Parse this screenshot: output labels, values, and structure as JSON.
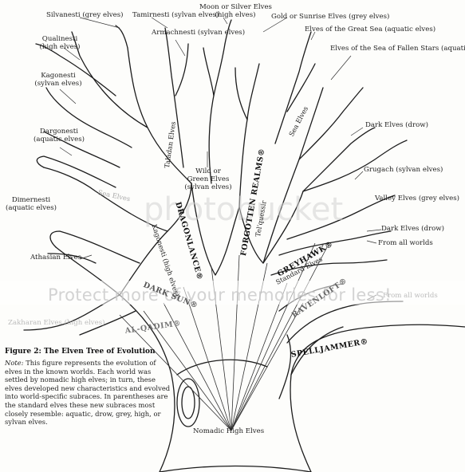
{
  "figure": {
    "title": "Figure 2: The Elven Tree of Evolution",
    "note_lead": "Note:",
    "note_body": "This figure represents the evolution of elves in the known worlds. Each world was settled by nomadic high elves; in turn, these elves developed new characteristics and evolved into world-specific subraces. In parentheses are the standard elves these new subraces most closely resemble: aquatic, drow, grey, high, or sylvan elves."
  },
  "labels": {
    "silvanesti": "Silvanesti (grey elves)",
    "tamirnesti": "Tamirnesti (sylvan elves)",
    "moon_silver_1": "Moon or Silver Elves",
    "moon_silver_2": "(high elves)",
    "gold_sunrise": "Gold or Sunrise Elves (grey elves)",
    "qualinesti_1": "Qualinesti",
    "qualinesti_2": "(high elves)",
    "armachnesti": "Armachnesti (sylvan elves)",
    "great_sea": "Elves of the Great Sea (aquatic elves)",
    "fallen_stars": "Elves of the Sea of Fallen Stars (aquatic elves)",
    "kagonesti_1": "Kagonesti",
    "kagonesti_2": "(sylvan elves)",
    "dargonesti_1": "Dargonesti",
    "dargonesti_2": "(aquatic elves)",
    "dark_elves_1": "Dark Elves (drow)",
    "grugach": "Grugach (sylvan elves)",
    "wild_green_1": "Wild or",
    "wild_green_2": "Green Elves",
    "wild_green_3": "(sylvan elves)",
    "dimernesti_1": "Dimernesti",
    "dimernesti_2": "(aquatic elves)",
    "valley_elves": "Valley Elves (grey elves)",
    "dark_elves_2": "Dark Elves (drow)",
    "from_all_worlds_1": "From all worlds",
    "athasian": "Athasian Elves",
    "from_all_worlds_2": "From all worlds",
    "zakharan": "Zakharan Elves (high elves)",
    "nomadic": "Nomadic High Elves",
    "sea_elves_1": "Sea Elves",
    "sea_elves_2": "Sea Elves",
    "taladan": "Taladan Elves",
    "kagonesti_high": "Kagonesti (high elves)",
    "standard_elves": "Standard Elves",
    "tel_quessir": "Tel'quessir"
  },
  "worlds": {
    "dragonlance": "DRAGONLANCE®",
    "forgotten_realms": "FORGOTTEN REALMS®",
    "greyhawk": "GREYHAWK®",
    "dark_sun": "DARK SUN®",
    "ravenloft": "RAVENLOFT®",
    "al_qadim": "AL-QADIM®",
    "spelljammer": "SPELLJAMMER®"
  },
  "watermark": {
    "text": "Protect more of your memories for less!",
    "logo": "photobucket"
  }
}
